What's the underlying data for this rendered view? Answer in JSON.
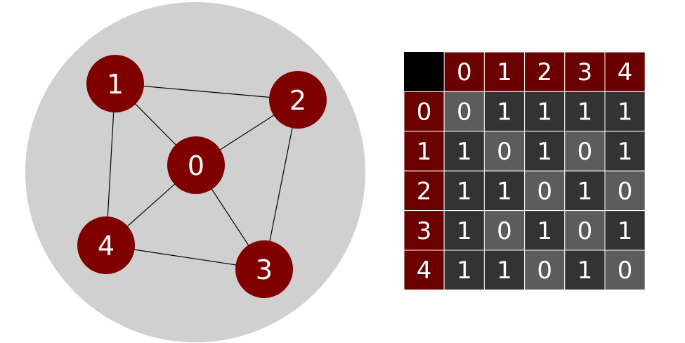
{
  "colors": {
    "background_disc": "#d0d0d0",
    "node_fill": "#800000",
    "node_text": "#ffffff",
    "edge": "#000000",
    "header_fill": "#6b0000",
    "corner_fill": "#000000",
    "cell_one": "#333333",
    "cell_zero": "#5c5c5c",
    "cell_text": "#ffffff",
    "grid_line": "#ffffff"
  },
  "graph": {
    "nodes": [
      {
        "id": "0",
        "label": "0"
      },
      {
        "id": "1",
        "label": "1"
      },
      {
        "id": "2",
        "label": "2"
      },
      {
        "id": "3",
        "label": "3"
      },
      {
        "id": "4",
        "label": "4"
      }
    ],
    "edges": [
      [
        "0",
        "1"
      ],
      [
        "0",
        "2"
      ],
      [
        "0",
        "3"
      ],
      [
        "0",
        "4"
      ],
      [
        "1",
        "2"
      ],
      [
        "1",
        "4"
      ],
      [
        "2",
        "3"
      ],
      [
        "3",
        "4"
      ]
    ]
  },
  "matrix": {
    "column_headers": [
      "0",
      "1",
      "2",
      "3",
      "4"
    ],
    "row_headers": [
      "0",
      "1",
      "2",
      "3",
      "4"
    ],
    "rows": [
      [
        "0",
        "1",
        "1",
        "1",
        "1"
      ],
      [
        "1",
        "0",
        "1",
        "0",
        "1"
      ],
      [
        "1",
        "1",
        "0",
        "1",
        "0"
      ],
      [
        "1",
        "0",
        "1",
        "0",
        "1"
      ],
      [
        "1",
        "1",
        "0",
        "1",
        "0"
      ]
    ]
  }
}
